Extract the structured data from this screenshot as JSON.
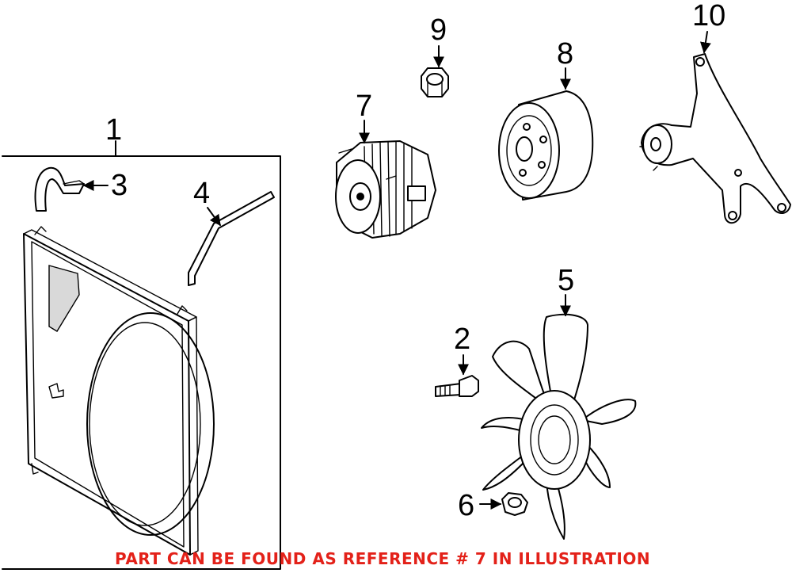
{
  "diagram": {
    "callouts": [
      {
        "id": "1",
        "label": "1"
      },
      {
        "id": "2",
        "label": "2"
      },
      {
        "id": "3",
        "label": "3"
      },
      {
        "id": "4",
        "label": "4"
      },
      {
        "id": "5",
        "label": "5"
      },
      {
        "id": "6",
        "label": "6"
      },
      {
        "id": "7",
        "label": "7"
      },
      {
        "id": "8",
        "label": "8"
      },
      {
        "id": "9",
        "label": "9"
      },
      {
        "id": "10",
        "label": "10"
      }
    ],
    "reference_note": "PART CAN BE FOUND AS REFERENCE # 7 IN ILLUSTRATION",
    "colors": {
      "note": "#e32119",
      "lines": "#000000",
      "background": "#ffffff"
    }
  }
}
